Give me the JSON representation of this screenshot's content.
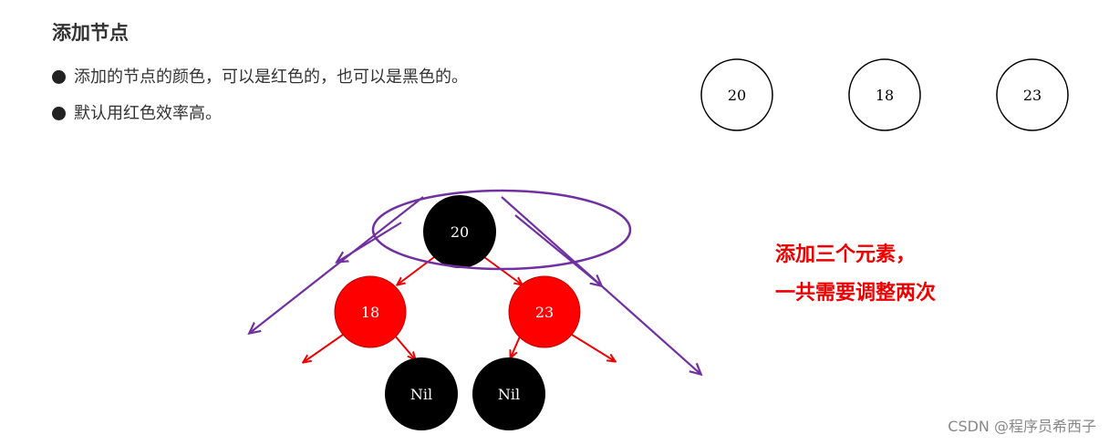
{
  "heading": "添加节点",
  "bullets": [
    "添加的节点的颜色，可以是红色的，也可以是黑色的。",
    "默认用红色效率高。"
  ],
  "inserted_nodes": [
    "20",
    "18",
    "23"
  ],
  "tree": {
    "root": {
      "label": "20",
      "color": "#000000"
    },
    "left": {
      "label": "18",
      "color": "#ff0000"
    },
    "right": {
      "label": "23",
      "color": "#ff0000"
    },
    "nil_left": {
      "label": "Nil",
      "color": "#000000"
    },
    "nil_right": {
      "label": "Nil",
      "color": "#000000"
    }
  },
  "annotation": {
    "line1": "添加三个元素，",
    "line2": "一共需要调整两次"
  },
  "colors": {
    "edge": "#ee0000",
    "rotation": "#7030a0",
    "annotation": "#ee0000"
  },
  "watermark": "CSDN @程序员希西子"
}
